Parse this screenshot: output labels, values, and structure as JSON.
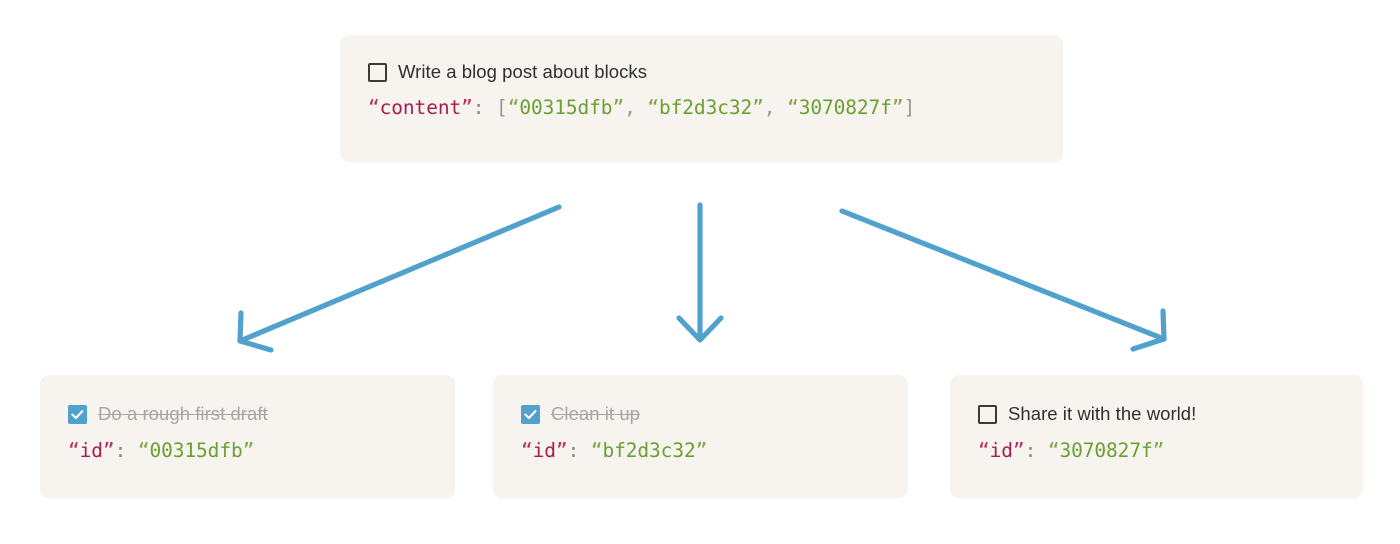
{
  "diagram": {
    "title_hidden": "",
    "accent_arrow_color": "#51a1cd",
    "card_background": "#f7f4ef",
    "key_color": "#a61b54",
    "string_color": "#6a9f32",
    "done_text_color": "#a6a6a6"
  },
  "root_block": {
    "checkbox_state": "unchecked",
    "checkbox_icon": "checkbox-empty-icon",
    "label": "Write a blog post about blocks",
    "code": {
      "open_quote": "“",
      "key": "content",
      "close_quote": "”",
      "colon": ":",
      "bracket_open": "[",
      "bracket_close": "]",
      "comma": ",",
      "values": [
        "00315dfb",
        "bf2d3c32",
        "3070827f"
      ]
    }
  },
  "child_blocks": [
    {
      "checkbox_state": "checked",
      "checkbox_icon": "checkbox-checked-icon",
      "label": "Do a rough first draft",
      "done": true,
      "code": {
        "open_quote": "“",
        "key": "id",
        "close_quote": "”",
        "colon": ":",
        "value": "00315dfb"
      }
    },
    {
      "checkbox_state": "checked",
      "checkbox_icon": "checkbox-checked-icon",
      "label": "Clean it up",
      "done": true,
      "code": {
        "open_quote": "“",
        "key": "id",
        "close_quote": "”",
        "colon": ":",
        "value": "bf2d3c32"
      }
    },
    {
      "checkbox_state": "unchecked",
      "checkbox_icon": "checkbox-empty-icon",
      "label": "Share it with the world!",
      "done": false,
      "code": {
        "open_quote": "“",
        "key": "id",
        "close_quote": "”",
        "colon": ":",
        "value": "3070827f"
      }
    }
  ],
  "arrows": [
    {
      "name": "arrow-to-child-1",
      "direction": "down-left"
    },
    {
      "name": "arrow-to-child-2",
      "direction": "down"
    },
    {
      "name": "arrow-to-child-3",
      "direction": "down-right"
    }
  ]
}
